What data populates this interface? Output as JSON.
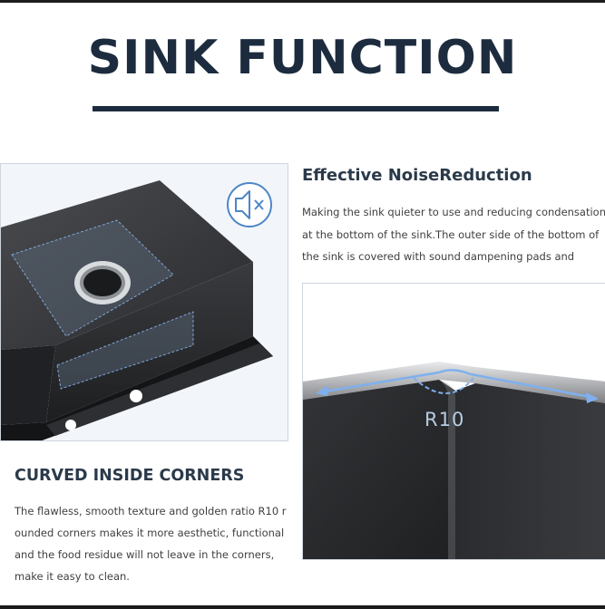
{
  "title": "SINK FUNCTION",
  "noise": {
    "heading": "Effective NoiseReduction",
    "lines": [
      "Making the sink quieter to use and reducing condensation",
      "at the bottom of the sink.The outer side of the bottom of",
      "the sink is covered with sound dampening pads and"
    ],
    "icon": "speaker-muted-icon"
  },
  "corners": {
    "heading": "CURVED INSIDE CORNERS",
    "lines": [
      "The flawless, smooth texture and golden ratio R10 r",
      "ounded corners makes it more aesthetic, functional",
      "and the food residue will not leave in the corners,",
      "make it easy to clean."
    ],
    "radius_label": "R10"
  },
  "colors": {
    "title": "#1c2c3e",
    "accent_blue": "#6f9fe0",
    "sink_dark": "#2a2b2d"
  }
}
